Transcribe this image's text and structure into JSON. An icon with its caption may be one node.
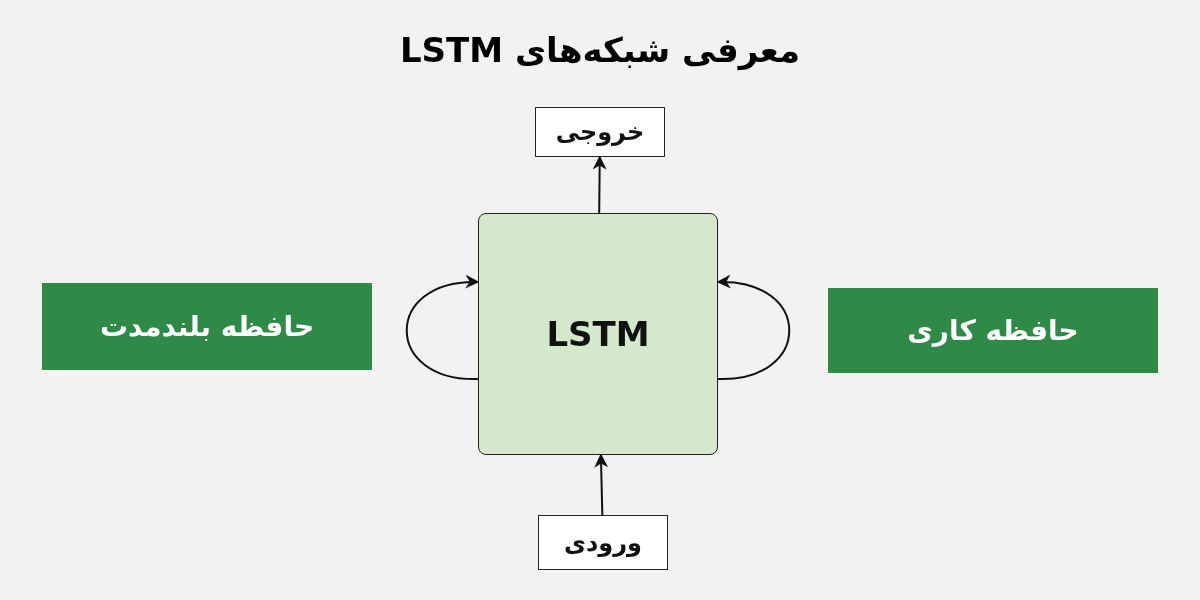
{
  "diagram": {
    "title": "معرفی شبکه‌های LSTM",
    "nodes": [
      {
        "text": [
          "خروجی"
        ]
      },
      {
        "text": [
          "LSTM"
        ]
      },
      {
        "text": [
          "حافظه بلندمدت"
        ]
      },
      {
        "text": [
          "حافظه کاری"
        ]
      },
      {
        "text": [
          "ورودی"
        ]
      }
    ],
    "edges": [
      {
        "from": 1,
        "to": 0,
        "arrow": "to"
      },
      {
        "from": 4,
        "to": 1,
        "arrow": "to"
      },
      {
        "from": 1,
        "to": 1,
        "arrow": "to"
      },
      {
        "from": 1,
        "to": 1,
        "arrow": "to"
      }
    ]
  }
}
